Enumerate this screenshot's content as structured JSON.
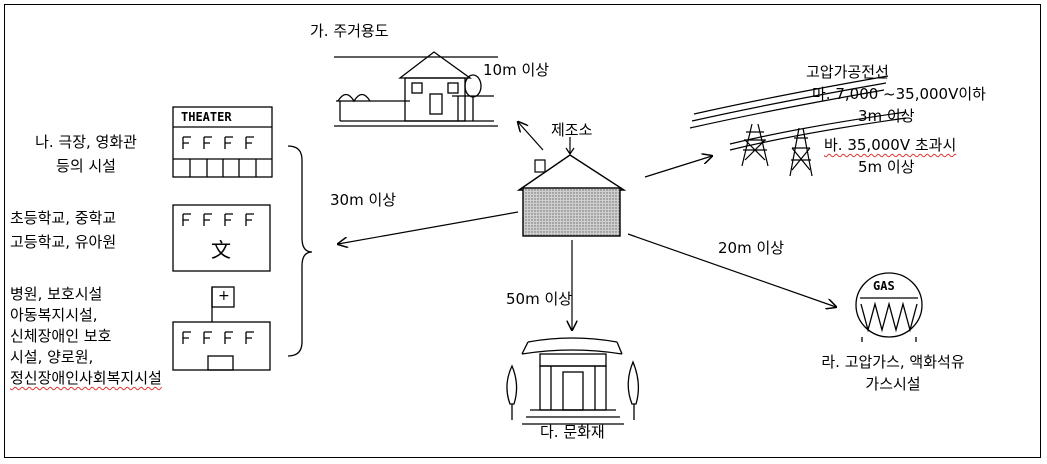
{
  "diagram": {
    "center": {
      "label": "제조소"
    },
    "residential": {
      "label": "가. 주거용도",
      "distance": "10m 이상"
    },
    "theater": {
      "sign": "THEATER",
      "label_lines": [
        "나. 극장, 영화관",
        "등의 시설"
      ]
    },
    "school": {
      "glyph": "文",
      "label_lines": [
        "초등학교, 중학교",
        "고등학교, 유아원"
      ]
    },
    "hospital": {
      "flag_glyph": "+",
      "label_lines": [
        "병원, 보호시설",
        "아동복지시설,",
        "신체장애인 보호",
        "시설, 양로원,",
        "정신장애인사회복지시설"
      ]
    },
    "left_group_distance": "30m 이상",
    "heritage": {
      "label": "다. 문화재",
      "distance": "50m 이상"
    },
    "gas": {
      "tank_text": "GAS",
      "label_lines": [
        "라. 고압가스, 액화석유",
        "가스시설"
      ],
      "distance": "20m  이상"
    },
    "power_line": {
      "title": "고압가공전선",
      "line_ma": [
        "마. 7,000 ~35,000V이하",
        "3m 이상"
      ],
      "line_ba": [
        "바. 35,000V 초과시",
        "5m 이상"
      ]
    }
  }
}
